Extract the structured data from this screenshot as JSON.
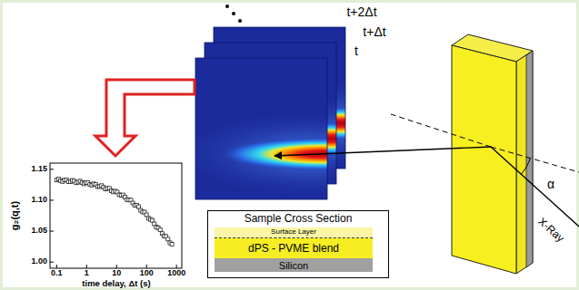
{
  "diagram": {
    "nodes": [
      {
        "text": [
          "Sample Cross Section"
        ]
      },
      {
        "text": [
          "Surface Layer"
        ],
        "in": 0
      },
      {
        "text": [
          "dPS - PVME blend"
        ],
        "in": 0
      },
      {
        "text": [
          "Silicon"
        ],
        "in": 0
      }
    ],
    "labels": [
      "t+2Δt",
      "t+Δt",
      "t",
      "α",
      "X-Ray",
      "1.15",
      "1.10",
      "1.05",
      "1.00",
      "0.1",
      "1",
      "10",
      "100",
      "1000",
      "g₂(q,t)",
      "time delay, Δt (s)"
    ]
  }
}
